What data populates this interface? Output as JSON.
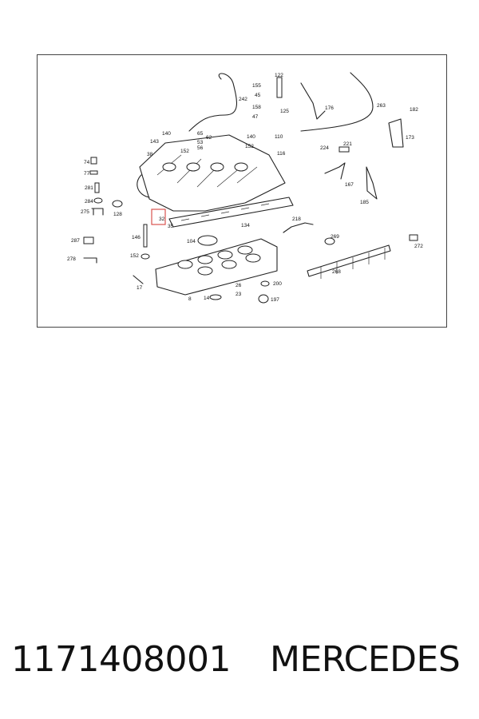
{
  "footer": {
    "part_number": "1171408001",
    "brand": "MERCEDES"
  },
  "diagram": {
    "highlight_color": "#d9534f",
    "highlighted_label": "32",
    "labels": [
      "122",
      "155",
      "242",
      "45",
      "158",
      "125",
      "176",
      "263",
      "182",
      "47",
      "173",
      "140",
      "65",
      "62",
      "53",
      "56",
      "143",
      "152",
      "140",
      "110",
      "152",
      "116",
      "38",
      "224",
      "221",
      "74",
      "167",
      "77",
      "185",
      "281",
      "284",
      "128",
      "275",
      "32",
      "35",
      "146",
      "134",
      "104",
      "218",
      "287",
      "269",
      "272",
      "152",
      "278",
      "268",
      "17",
      "26",
      "200",
      "23",
      "14",
      "8",
      "197"
    ]
  }
}
